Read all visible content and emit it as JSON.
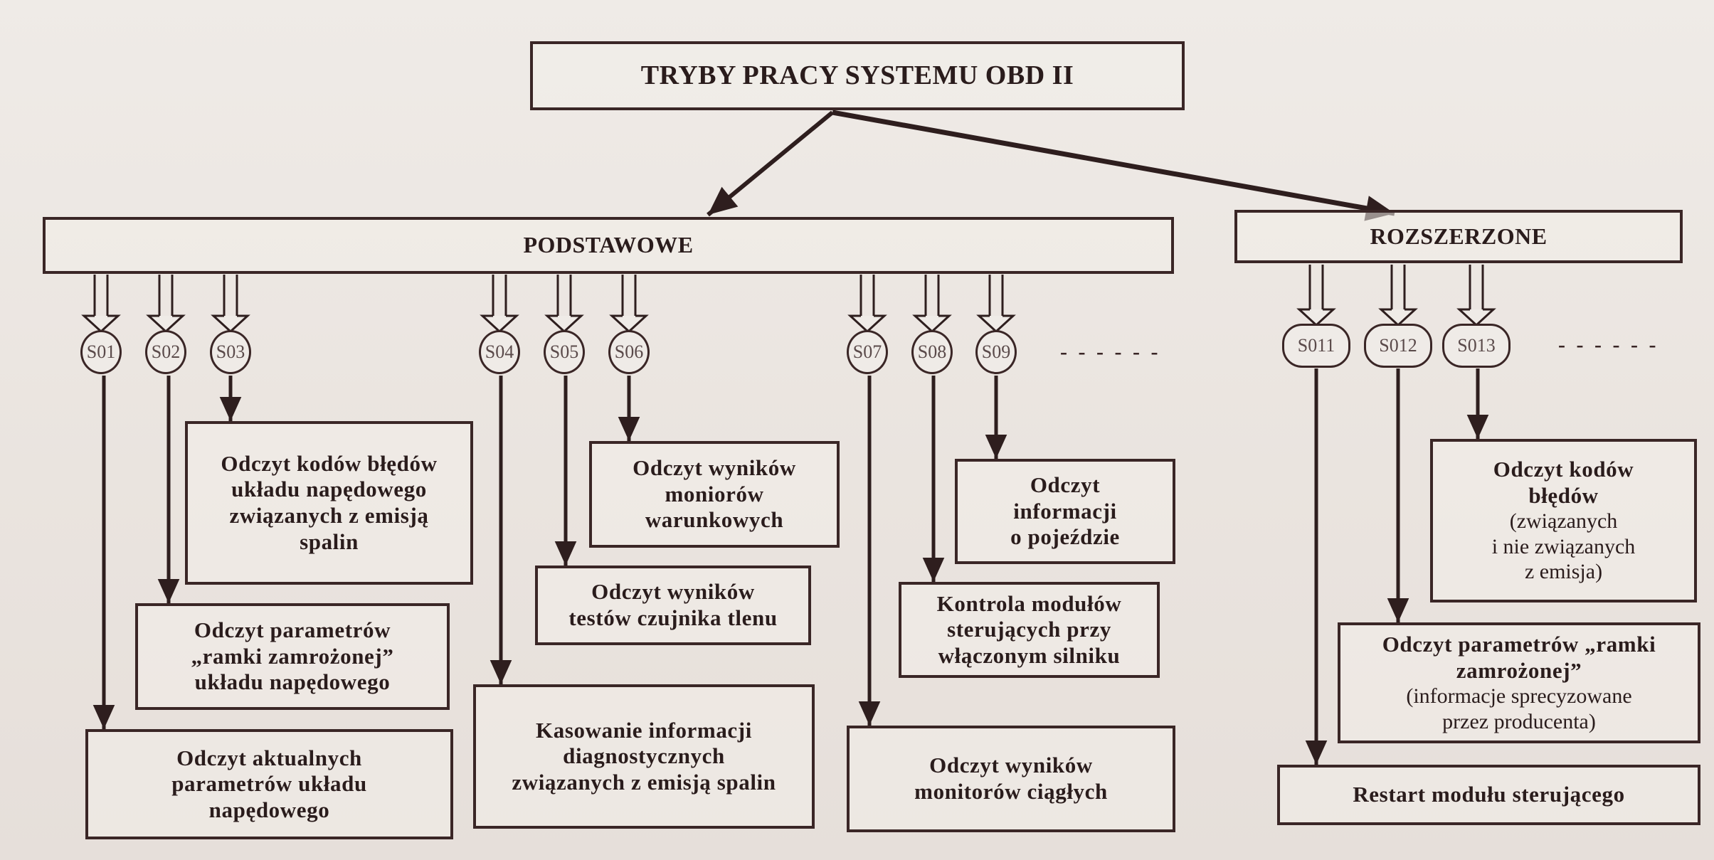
{
  "diagram": {
    "title": "TRYBY PRACY SYSTEMU OBD II",
    "categories": {
      "basic": "PODSTAWOWE",
      "extended": "ROZSZERZONE"
    },
    "modes": {
      "basic": [
        "S01",
        "S02",
        "S03",
        "S04",
        "S05",
        "S06",
        "S07",
        "S08",
        "S09"
      ],
      "extended": [
        "S011",
        "S012",
        "S013"
      ]
    },
    "continuation_marker": "- - - - - -",
    "results": {
      "S01": [
        "Odczyt aktualnych",
        "parametrów układu",
        "napędowego"
      ],
      "S02": [
        "Odczyt parametrów",
        "„ramki zamrożonej”",
        "układu napędowego"
      ],
      "S03": [
        "Odczyt kodów błędów",
        "układu napędowego",
        "związanych z emisją",
        "spalin"
      ],
      "S04": [
        "Kasowanie informacji",
        "diagnostycznych",
        "związanych z emisją spalin"
      ],
      "S05": [
        "Odczyt wyników",
        "testów czujnika tlenu"
      ],
      "S06": [
        "Odczyt wyników",
        "moniorów",
        "warunkowych"
      ],
      "S07": [
        "Odczyt wyników",
        "monitorów ciągłych"
      ],
      "S08": [
        "Kontrola modułów",
        "sterujących przy",
        "włączonym silniku"
      ],
      "S09": [
        "Odczyt",
        "informacji",
        "o pojeździe"
      ],
      "S011": [
        "Restart modułu sterującego"
      ],
      "S012": [
        "Odczyt parametrów „ramki",
        "zamrożonej”"
      ],
      "S012_note": [
        "(informacje sprecyzowane",
        "przez producenta)"
      ],
      "S013": [
        "Odczyt kodów",
        "błędów"
      ],
      "S013_note": [
        "(związanych",
        "i nie związanych",
        "z emisja)"
      ]
    }
  }
}
